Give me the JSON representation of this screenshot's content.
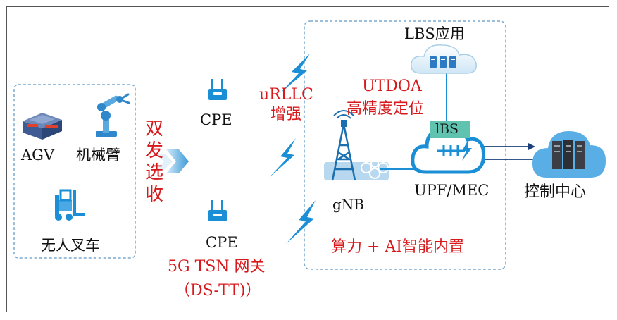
{
  "devices": {
    "agv": "AGV",
    "arm": "机械臂",
    "forklift": "无人叉车"
  },
  "dual_select": "双发选收",
  "cpe_top": "CPE",
  "cpe_bottom": "CPE",
  "tsn_gateway": {
    "line1": "5G TSN 网关",
    "line2": "（DS-TT)）"
  },
  "urllc": {
    "line1": "uRLLC",
    "line2": "增强"
  },
  "gnb": "gNB",
  "lbs_app": "LBS应用",
  "utdoa": {
    "line1": "UTDOA",
    "line2": "高精度定位"
  },
  "lbs_tag": "lBS",
  "upf_mec": "UPF/MEC",
  "control_center": "控制中心",
  "compute": "算力 + AI智能内置",
  "colors": {
    "blue": "#1a8fd6",
    "light_blue": "#8cc9ef",
    "red": "#d7191c",
    "teal": "#5fc3b0",
    "dash": "#7aa9cf"
  }
}
